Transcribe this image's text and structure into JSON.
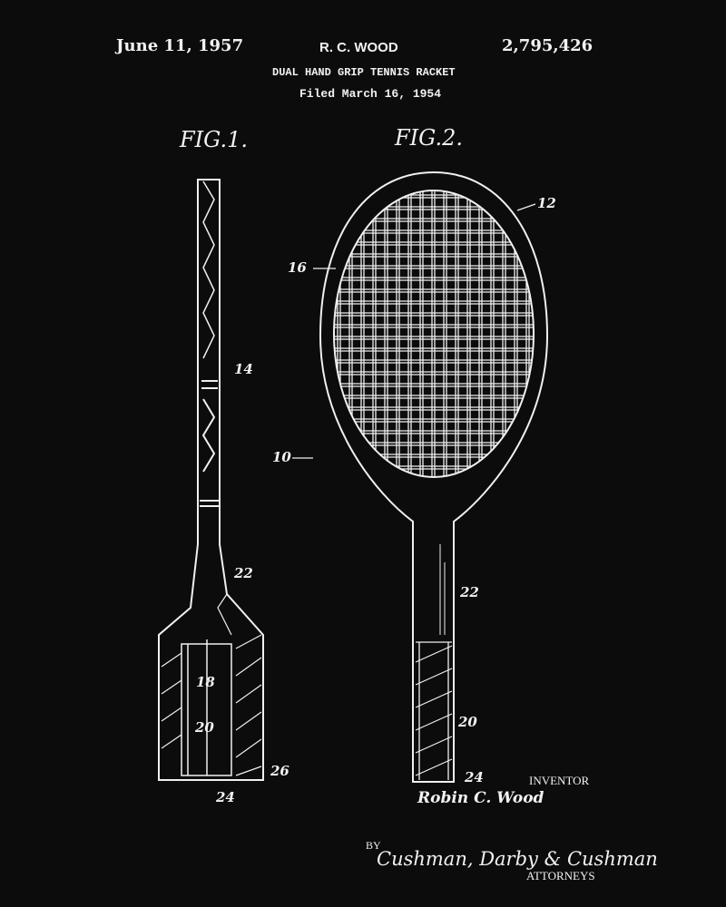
{
  "header": {
    "date": "June 11, 1957",
    "inventor_name": "R. C. WOOD",
    "patent_number": "2,795,426",
    "title": "DUAL HAND GRIP TENNIS RACKET",
    "filed": "Filed March 16, 1954"
  },
  "figures": {
    "fig1_label": "FIG.1.",
    "fig2_label": "FIG.2."
  },
  "reference_numerals": {
    "fig1": {
      "n14": "14",
      "n22": "22",
      "n18": "18",
      "n20": "20",
      "n26": "26",
      "n24": "24"
    },
    "fig2": {
      "n12": "12",
      "n16": "16",
      "n10": "10",
      "n22": "22",
      "n20": "20",
      "n24": "24"
    }
  },
  "footer": {
    "inventor_label": "INVENTOR",
    "inventor_signature": "Robin C. Wood",
    "by_label": "BY",
    "attorney_signature": "Cushman, Darby & Cushman",
    "attorneys_label": "ATTORNEYS"
  },
  "colors": {
    "background": "#0c0c0c",
    "ink": "#f2f2f2"
  }
}
